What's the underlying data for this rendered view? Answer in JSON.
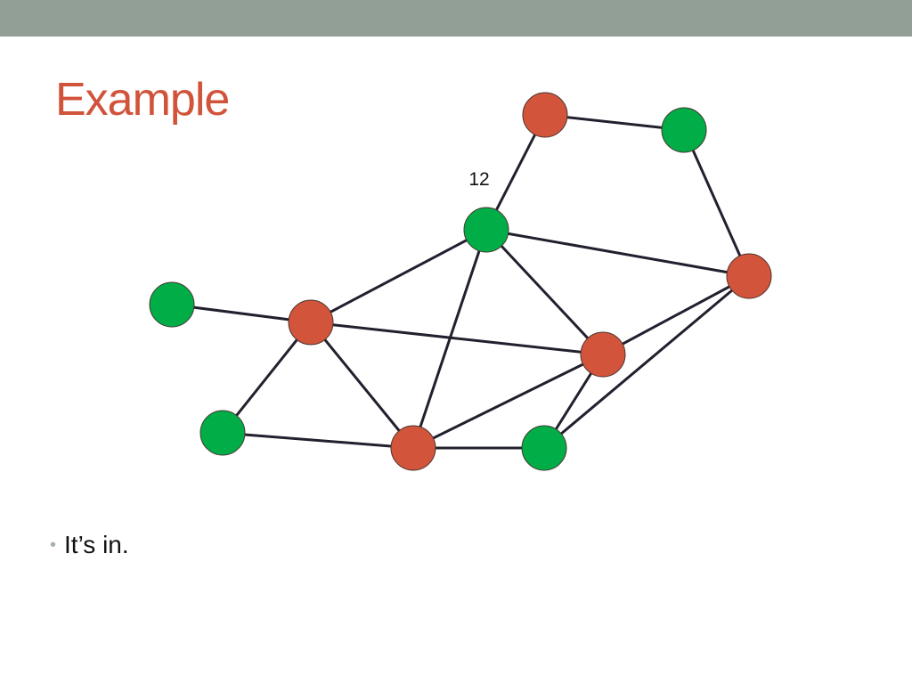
{
  "colors": {
    "top_bar": "#919f97",
    "title": "#d0533a",
    "red_node": "#d2543a",
    "green_node": "#00ad47",
    "node_stroke": "#4a3530",
    "edge": "#22202e",
    "bullet": "#a6b3ad"
  },
  "slide": {
    "title": "Example",
    "bullets": [
      "It’s in."
    ]
  },
  "graph": {
    "label": "12",
    "nodes": [
      {
        "id": "r-top",
        "color": "red"
      },
      {
        "id": "g-top-right",
        "color": "green"
      },
      {
        "id": "g-center",
        "color": "green"
      },
      {
        "id": "r-right",
        "color": "red"
      },
      {
        "id": "g-left",
        "color": "green"
      },
      {
        "id": "r-left",
        "color": "red"
      },
      {
        "id": "r-mid-right",
        "color": "red"
      },
      {
        "id": "g-bottom-left",
        "color": "green"
      },
      {
        "id": "r-bottom",
        "color": "red"
      },
      {
        "id": "g-bottom-right",
        "color": "green"
      }
    ],
    "edges": [
      [
        "r-top",
        "g-top-right"
      ],
      [
        "r-top",
        "g-center"
      ],
      [
        "g-top-right",
        "r-right"
      ],
      [
        "g-center",
        "r-right"
      ],
      [
        "g-center",
        "r-left"
      ],
      [
        "g-center",
        "r-mid-right"
      ],
      [
        "g-center",
        "r-bottom"
      ],
      [
        "g-left",
        "r-left"
      ],
      [
        "r-left",
        "r-mid-right"
      ],
      [
        "r-left",
        "g-bottom-left"
      ],
      [
        "r-left",
        "r-bottom"
      ],
      [
        "r-mid-right",
        "r-right"
      ],
      [
        "r-mid-right",
        "r-bottom"
      ],
      [
        "r-mid-right",
        "g-bottom-right"
      ],
      [
        "g-bottom-left",
        "r-bottom"
      ],
      [
        "r-bottom",
        "g-bottom-right"
      ],
      [
        "g-bottom-right",
        "r-right"
      ]
    ]
  }
}
